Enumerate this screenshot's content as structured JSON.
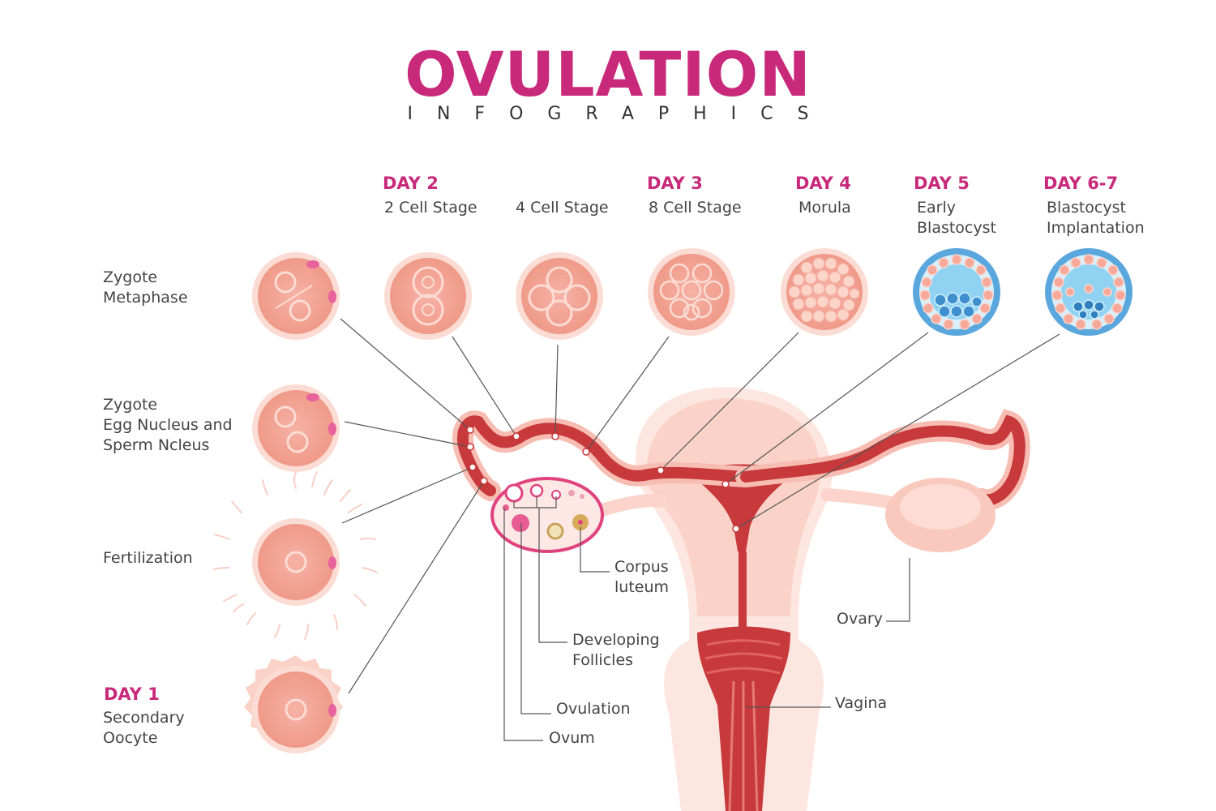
{
  "header": {
    "title": "OVULATION",
    "subtitle": "INFOGRAPHICS"
  },
  "stages": {
    "day2": "DAY 2",
    "day3": "DAY 3",
    "day4": "DAY 4",
    "day5": "DAY 5",
    "day67": "DAY 6-7",
    "day1": "DAY 1",
    "two_cell": "2 Cell Stage",
    "four_cell": "4 Cell Stage",
    "eight_cell": "8 Cell Stage",
    "morula": "Morula",
    "early_blastocyst": "Early\nBlastocyst",
    "blastocyst_implantation": "Blastocyst\nImplantation",
    "zygote_metaphase": "Zygote\nMetaphase",
    "zygote_nucleus": "Zygote\nEgg Nucleus and\nSperm Ncleus",
    "fertilization": "Fertilization",
    "secondary_oocyte": "Secondary\nOocyte"
  },
  "anatomy": {
    "corpus_luteum": "Corpus\nluteum",
    "developing_follicles": "Developing\nFollicles",
    "ovulation": "Ovulation",
    "ovum": "Ovum",
    "ovary": "Ovary",
    "vagina": "Vagina"
  },
  "colors": {
    "accent": "#c8297a",
    "cell_fill": "#f4a595",
    "cell_border": "#fbe1da",
    "tube": "#c7393b",
    "uterus": "#fcd9d1",
    "blastocyst_ring": "#5aa7de"
  }
}
